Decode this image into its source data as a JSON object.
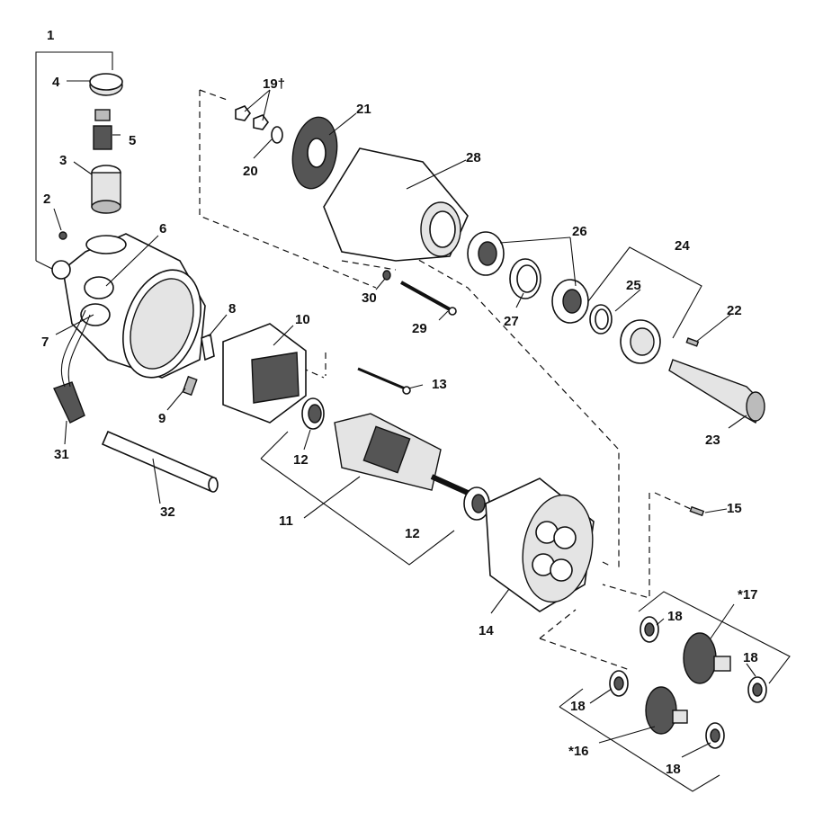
{
  "diagram": {
    "callouts": [
      {
        "id": "c1",
        "text": "1"
      },
      {
        "id": "c2",
        "text": "2"
      },
      {
        "id": "c3",
        "text": "3"
      },
      {
        "id": "c4",
        "text": "4"
      },
      {
        "id": "c5",
        "text": "5"
      },
      {
        "id": "c6",
        "text": "6"
      },
      {
        "id": "c7",
        "text": "7"
      },
      {
        "id": "c8",
        "text": "8"
      },
      {
        "id": "c9",
        "text": "9"
      },
      {
        "id": "c10",
        "text": "10"
      },
      {
        "id": "c11",
        "text": "11"
      },
      {
        "id": "c12a",
        "text": "12"
      },
      {
        "id": "c12b",
        "text": "12"
      },
      {
        "id": "c13",
        "text": "13"
      },
      {
        "id": "c14",
        "text": "14"
      },
      {
        "id": "c15",
        "text": "15"
      },
      {
        "id": "c16",
        "text": "*16"
      },
      {
        "id": "c17",
        "text": "*17"
      },
      {
        "id": "c18a",
        "text": "18"
      },
      {
        "id": "c18b",
        "text": "18"
      },
      {
        "id": "c18c",
        "text": "18"
      },
      {
        "id": "c18d",
        "text": "18"
      },
      {
        "id": "c19",
        "text": "19†"
      },
      {
        "id": "c20",
        "text": "20"
      },
      {
        "id": "c21",
        "text": "21"
      },
      {
        "id": "c22",
        "text": "22"
      },
      {
        "id": "c23",
        "text": "23"
      },
      {
        "id": "c24",
        "text": "24"
      },
      {
        "id": "c25",
        "text": "25"
      },
      {
        "id": "c26",
        "text": "26"
      },
      {
        "id": "c27",
        "text": "27"
      },
      {
        "id": "c28",
        "text": "28"
      },
      {
        "id": "c29",
        "text": "29"
      },
      {
        "id": "c30",
        "text": "30"
      },
      {
        "id": "c31",
        "text": "31"
      },
      {
        "id": "c32",
        "text": "32"
      }
    ]
  }
}
